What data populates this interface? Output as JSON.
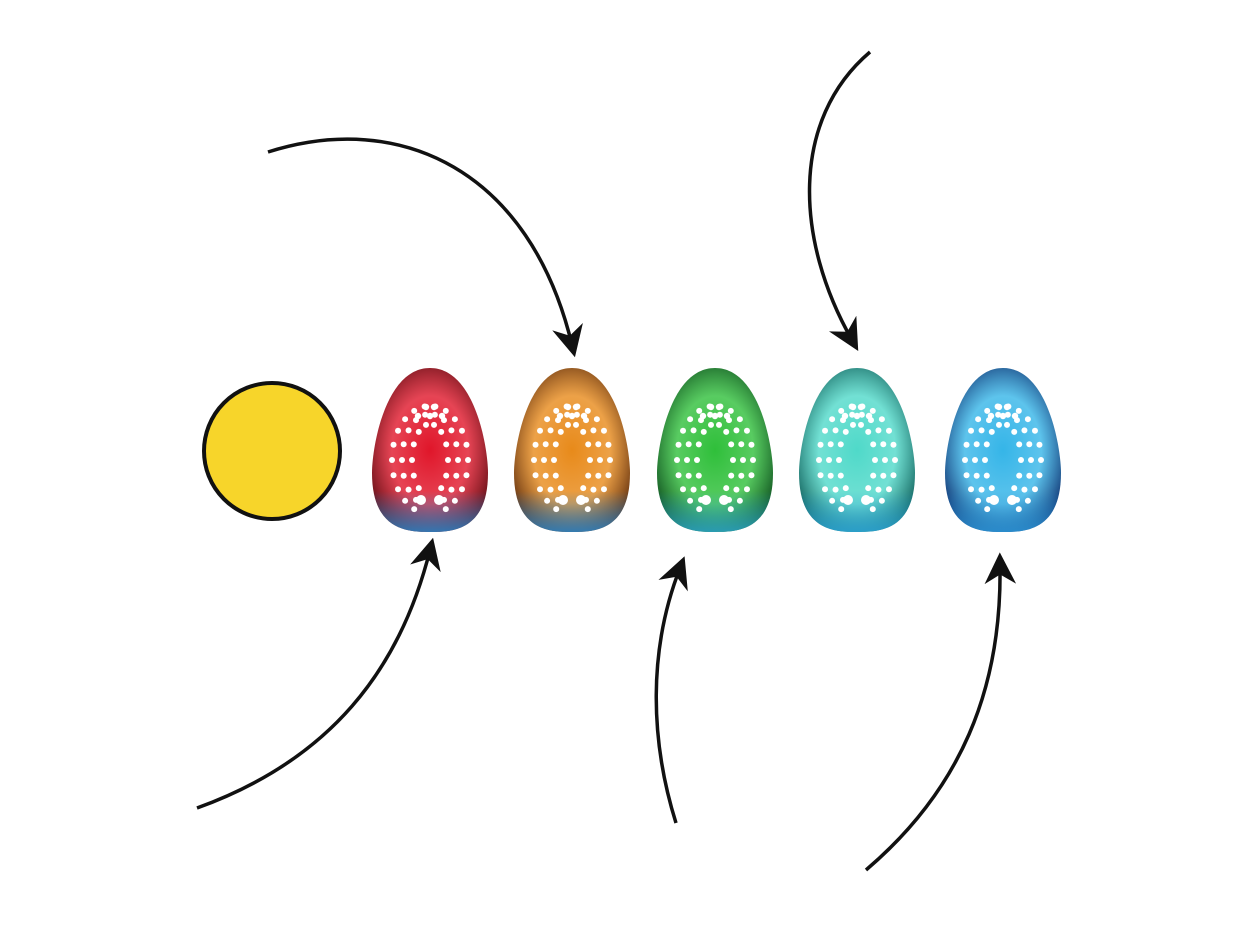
{
  "sun": {
    "fill": "#f7d52a",
    "stroke": "#111111"
  },
  "eggs": [
    {
      "name": "red",
      "outer": "#5a0c12",
      "inner": "#e0162a",
      "base": "#2a7fc0"
    },
    {
      "name": "orange",
      "outer": "#5a2a0c",
      "inner": "#e88a1a",
      "base": "#2a7fc0"
    },
    {
      "name": "green",
      "outer": "#0c4a1c",
      "inner": "#2fbf3a",
      "base": "#2a9fc0"
    },
    {
      "name": "teal",
      "outer": "#0c5a55",
      "inner": "#4fd9c9",
      "base": "#2aa0d0"
    },
    {
      "name": "blue",
      "outer": "#0c2a6a",
      "inner": "#35b5e8",
      "base": "#2a8fd0"
    }
  ],
  "arrow_color": "#111111"
}
